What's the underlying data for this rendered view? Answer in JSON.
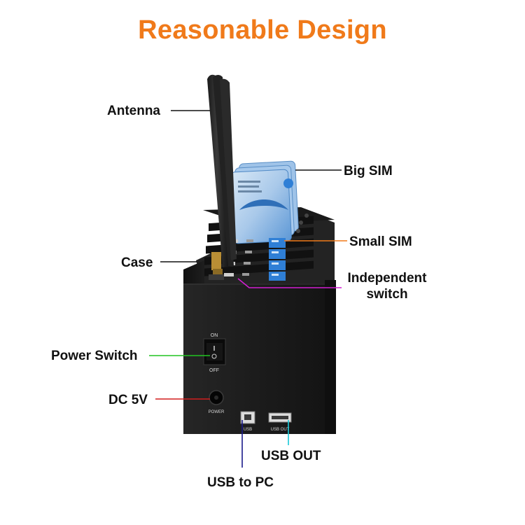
{
  "title": "Reasonable Design",
  "labels": {
    "antenna": "Antenna",
    "big_sim": "Big SIM",
    "small_sim": "Small SIM",
    "case": "Case",
    "independent_switch_line1": "Independent",
    "independent_switch_line2": "switch",
    "power_switch": "Power Switch",
    "dc_5v": "DC 5V",
    "usb_out": "USB OUT",
    "usb_to_pc": "USB to PC"
  },
  "device_markings": {
    "on": "ON",
    "off": "OFF",
    "power": "POWER",
    "usb": "USB",
    "usb_out": "USB  OUT"
  },
  "colors": {
    "title": "#f07a1a",
    "line_black": "#111111",
    "line_orange": "#f07a1a",
    "line_magenta": "#d21ed2",
    "line_green": "#22c422",
    "line_red": "#d21e1e",
    "line_cyan": "#19c8d8",
    "line_navy": "#1a1a8a",
    "sim_blue": "#2f7fd6"
  }
}
